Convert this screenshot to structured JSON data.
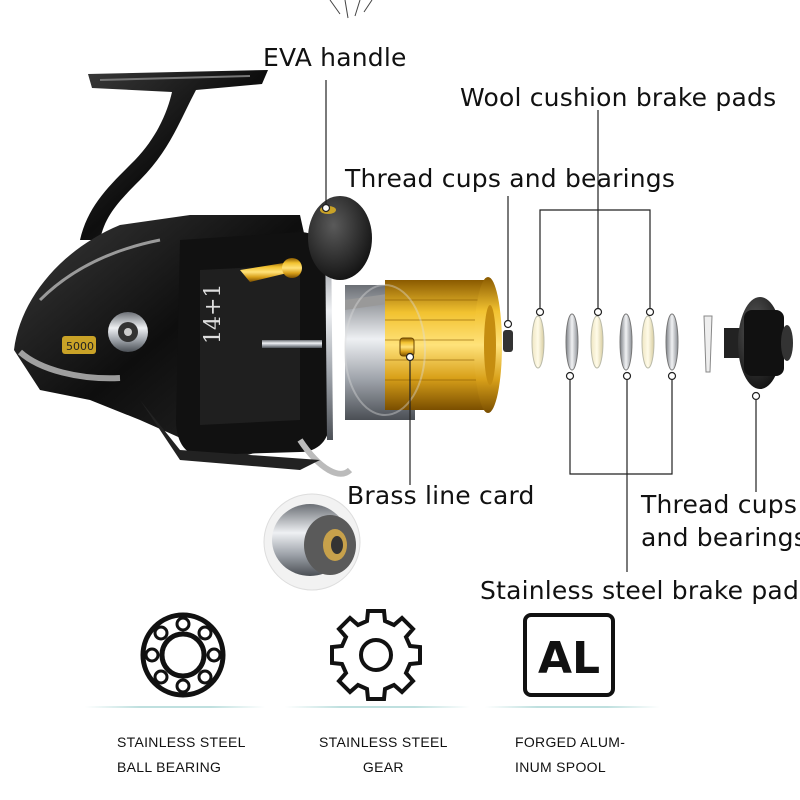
{
  "callouts": {
    "eva_handle": "EVA handle",
    "wool_brake_pads": "Wool cushion brake pads",
    "thread_cups_top": "Thread cups and bearings",
    "brass_line_card": "Brass line card",
    "thread_cups_bottom_line1": "Thread cups",
    "thread_cups_bottom_line2": "and bearings",
    "stainless_brake_pads": "Stainless steel brake pads"
  },
  "reel": {
    "model_badge": "5000",
    "body_mark": "14+1"
  },
  "features": [
    {
      "icon": "ball-bearing-icon",
      "line1": "STAINLESS STEEL",
      "line2": "BALL  BEARING"
    },
    {
      "icon": "gear-icon",
      "line1": "STAINLESS STEEL",
      "line2": "GEAR"
    },
    {
      "icon": "aluminum-icon",
      "icon_text": "AL",
      "line1": "FORGED ALUM-",
      "line2": "INUM SPOOL"
    }
  ],
  "colors": {
    "spool_gold": "#d9a11a",
    "body_black": "#1a1a1a",
    "chrome": "#c9ccd1",
    "divider_teal": "#bfe0df"
  }
}
